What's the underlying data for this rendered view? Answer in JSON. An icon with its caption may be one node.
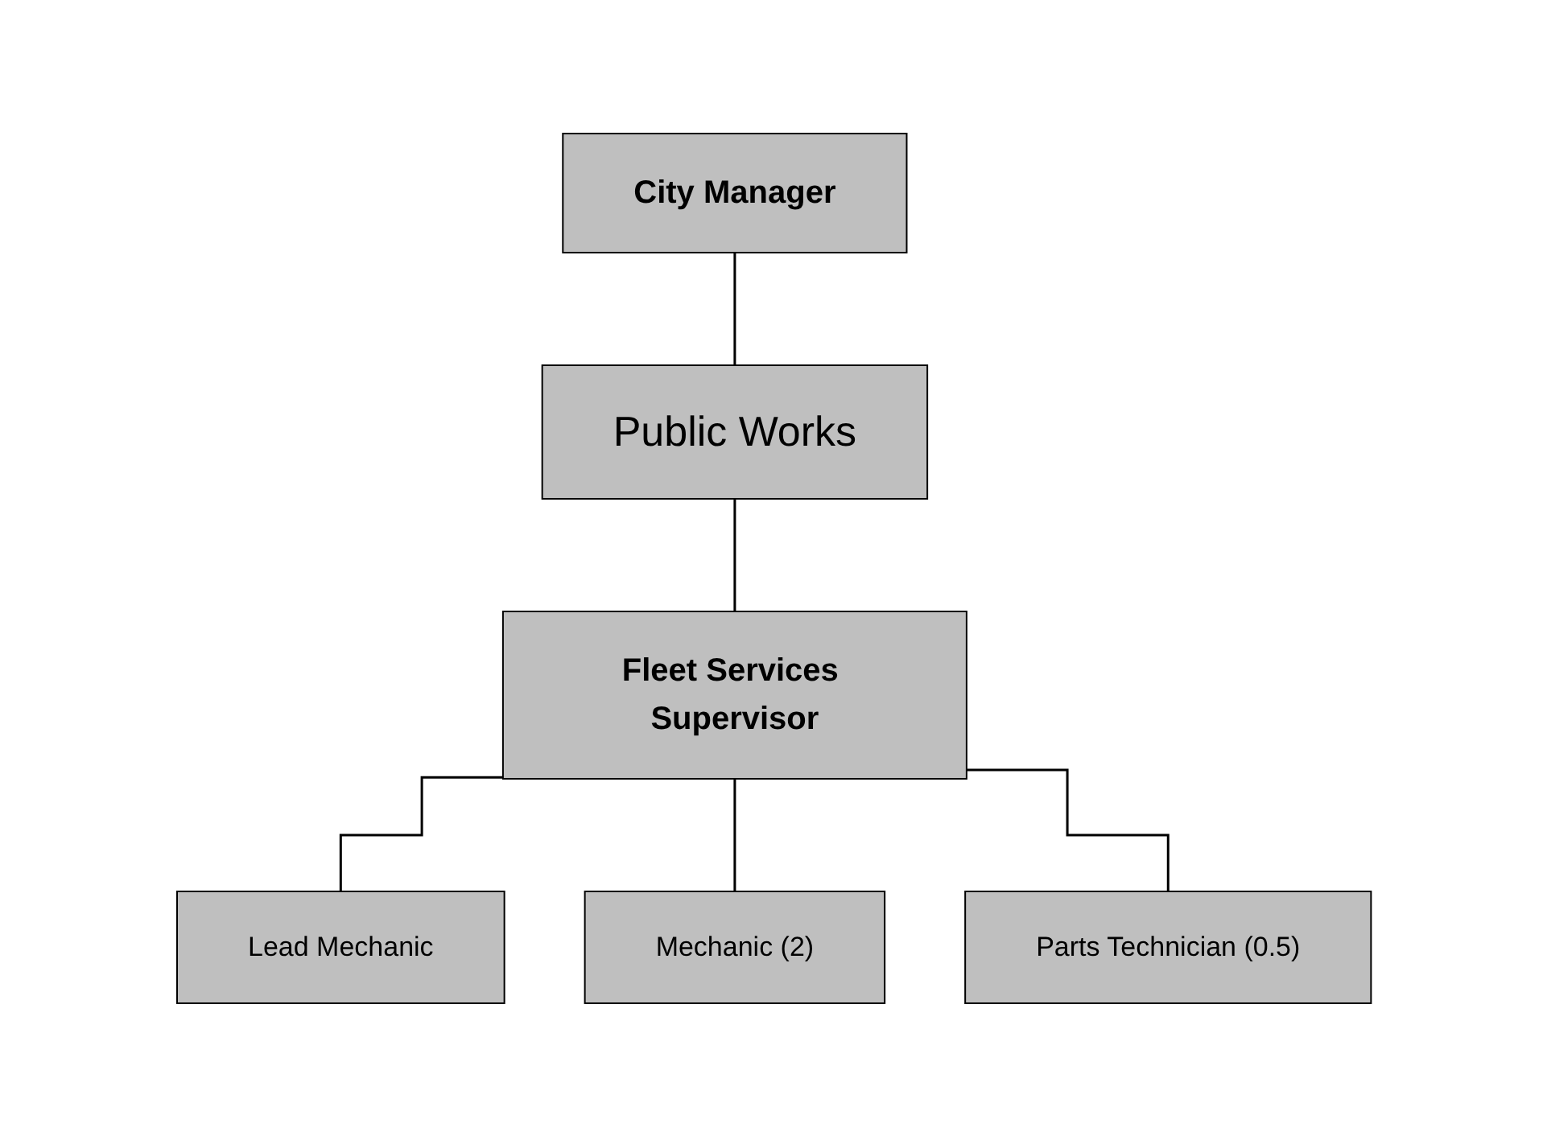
{
  "diagram": {
    "nodes": [
      {
        "text": [
          "City Manager"
        ]
      },
      {
        "text": [
          "Public Works"
        ]
      },
      {
        "text": [
          "Fleet Services Supervisor"
        ]
      },
      {
        "text": [
          "Lead Mechanic"
        ]
      },
      {
        "text": [
          "Mechanic (2)"
        ]
      },
      {
        "text": [
          "Parts Technician (0.5)"
        ]
      }
    ],
    "edges": [
      {
        "from": 0,
        "to": 1,
        "arrow": "none"
      },
      {
        "from": 1,
        "to": 2,
        "arrow": "none"
      },
      {
        "from": 2,
        "to": 3,
        "arrow": "none"
      },
      {
        "from": 2,
        "to": 4,
        "arrow": "none"
      },
      {
        "from": 2,
        "to": 5,
        "arrow": "none"
      }
    ]
  }
}
